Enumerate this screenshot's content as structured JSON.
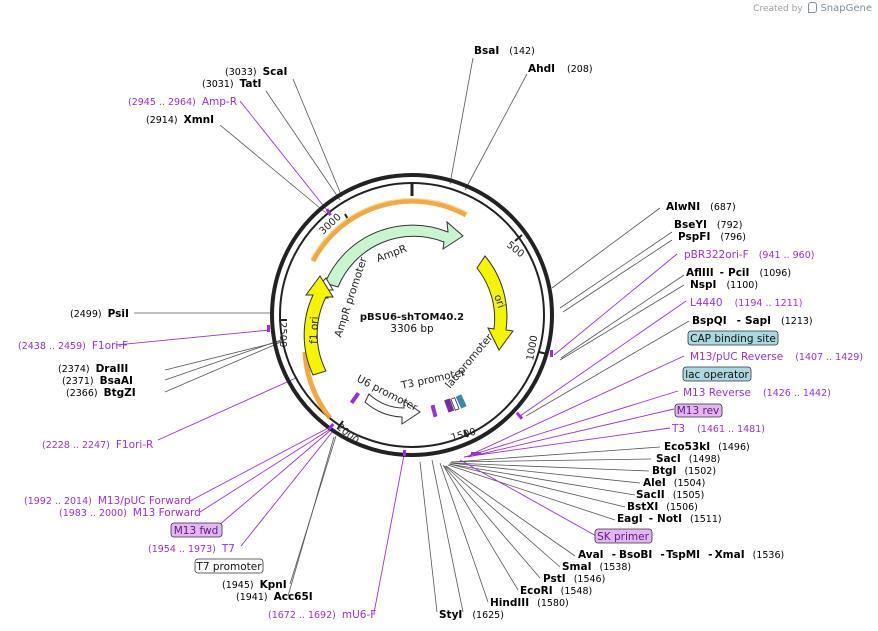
{
  "credit": {
    "prefix": "Created by",
    "brand": "SnapGene"
  },
  "plasmid": {
    "name": "pBSU6-shTOM40.2",
    "length": "3306 bp"
  },
  "ticks": [
    "500",
    "1000",
    "1500",
    "2000",
    "2500",
    "3000"
  ],
  "enzymes": {
    "bsai": {
      "name": "BsaI",
      "pos": "(142)"
    },
    "ahdi": {
      "name": "AhdI",
      "pos": "(208)"
    },
    "alwni": {
      "name": "AlwNI",
      "pos": "(687)"
    },
    "bseyi": {
      "name": "BseYI",
      "pos": "(792)"
    },
    "pspfi": {
      "name": "PspFI",
      "pos": "(796)"
    },
    "aflIII": {
      "name": "AflIII",
      "sep": "-",
      "name2": "PciI",
      "pos": "(1096)"
    },
    "nspi": {
      "name": "NspI",
      "pos": "(1100)"
    },
    "bspqi": {
      "name": "BspQI",
      "sep": "-",
      "name2": "SapI",
      "pos": "(1213)"
    },
    "eco53ki": {
      "name": "Eco53kI",
      "pos": "(1496)"
    },
    "saci": {
      "name": "SacI",
      "pos": "(1498)"
    },
    "btgi": {
      "name": "BtgI",
      "pos": "(1502)"
    },
    "alei": {
      "name": "AleI",
      "pos": "(1504)"
    },
    "sacii": {
      "name": "SacII",
      "pos": "(1505)"
    },
    "bstxi": {
      "name": "BstXI",
      "pos": "(1506)"
    },
    "eagi": {
      "name": "EagI",
      "sep": "-",
      "name2": "NotI",
      "pos": "(1511)"
    },
    "avai": {
      "name": "AvaI",
      "sep": "-",
      "name2": "BsoBI",
      "sep2": "-",
      "name3": "TspMI",
      "sep3": "-",
      "name4": "XmaI",
      "pos": "(1536)"
    },
    "smai": {
      "name": "SmaI",
      "pos": "(1538)"
    },
    "psti": {
      "name": "PstI",
      "pos": "(1546)"
    },
    "ecori": {
      "name": "EcoRI",
      "pos": "(1548)"
    },
    "hindiii": {
      "name": "HindIII",
      "pos": "(1580)"
    },
    "styi": {
      "name": "StyI",
      "pos": "(1625)"
    },
    "acc65i": {
      "name": "Acc65I",
      "pos": "(1941)"
    },
    "kpni": {
      "name": "KpnI",
      "pos": "(1945)"
    },
    "btgzi": {
      "name": "BtgZI",
      "pos": "(2366)"
    },
    "bsaai": {
      "name": "BsaAI",
      "pos": "(2371)"
    },
    "draiii": {
      "name": "DraIII",
      "pos": "(2374)"
    },
    "psii": {
      "name": "PsiI",
      "pos": "(2499)"
    },
    "xmni": {
      "name": "XmnI",
      "pos": "(2914)"
    },
    "tati": {
      "name": "TatI",
      "pos": "(3031)"
    },
    "scai": {
      "name": "ScaI",
      "pos": "(3033)"
    }
  },
  "features": {
    "pbr322": {
      "name": "pBR322ori-F",
      "range": "(941 .. 960)"
    },
    "l4440": {
      "name": "L4440",
      "range": "(1194 .. 1211)"
    },
    "cap": {
      "name": "CAP binding site"
    },
    "m13puc_rev": {
      "name": "M13/pUC Reverse",
      "range": "(1407 .. 1429)"
    },
    "lacop": {
      "name": "lac operator"
    },
    "m13_reverse": {
      "name": "M13 Reverse",
      "range": "(1426 .. 1442)"
    },
    "m13rev": {
      "name": "M13 rev"
    },
    "t3": {
      "name": "T3",
      "range": "(1461 .. 1481)"
    },
    "sk": {
      "name": "SK primer"
    },
    "mu6f": {
      "name": "mU6-F",
      "range": "(1672 .. 1692)"
    },
    "t7prom": {
      "name": "T7 promoter"
    },
    "t7": {
      "name": "T7",
      "range": "(1954 .. 1973)"
    },
    "m13fwd": {
      "name": "M13 fwd"
    },
    "m13forward": {
      "name": "M13 Forward",
      "range": "(1983 .. 2000)"
    },
    "m13puc_fwd": {
      "name": "M13/pUC Forward",
      "range": "(1992 .. 2014)"
    },
    "f1ori_r": {
      "name": "F1ori-R",
      "range": "(2228 .. 2247)"
    },
    "f1ori_f": {
      "name": "F1ori-F",
      "range": "(2438 .. 2459)"
    },
    "ampr_primer": {
      "name": "Amp-R",
      "range": "(2945 .. 2964)"
    }
  },
  "inner_labels": {
    "ampr": "AmpR",
    "ampr_promoter": "AmpR promoter",
    "ori": "ori",
    "f1ori": "f1 ori",
    "u6": "U6 promoter",
    "t3": "T3 promoter",
    "lac": "lac promoter"
  },
  "colors": {
    "backbone": "#222222",
    "ampr_fill": "#c8f5d0",
    "ori_fill": "#f5f500",
    "orange_band": "#f0a030",
    "feature_purple": "#9b30d9",
    "box_teal": "#a9d8e0",
    "box_violet": "#e3b6f2"
  }
}
